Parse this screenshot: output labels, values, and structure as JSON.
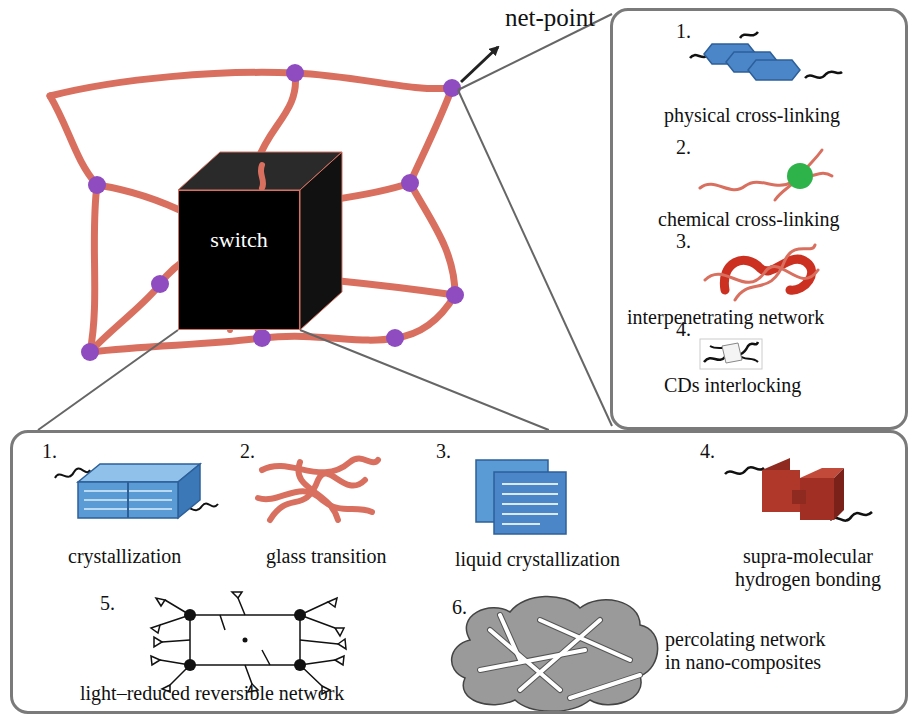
{
  "diagram": {
    "nodes": [
      {
        "text": [
          "switch"
        ]
      },
      {
        "text": [
          "1.",
          "physical cross-linking",
          "2.",
          "chemical cross-linking",
          "3.",
          "interpenetrating network",
          "4.",
          "CDs interlocking"
        ]
      },
      {
        "text": [
          "1.",
          "crystallization",
          "2.",
          "glass transition",
          "3.",
          "liquid crystallization",
          "4.",
          "supra-molecular hydrogen bonding",
          "5.",
          "light–reduced reversible network",
          "6.",
          "percolating network in nano-composites"
        ]
      }
    ],
    "edges": [
      {
        "from": 0,
        "to": 2,
        "arrow": "none"
      }
    ],
    "labels": [
      "net-point"
    ]
  }
}
